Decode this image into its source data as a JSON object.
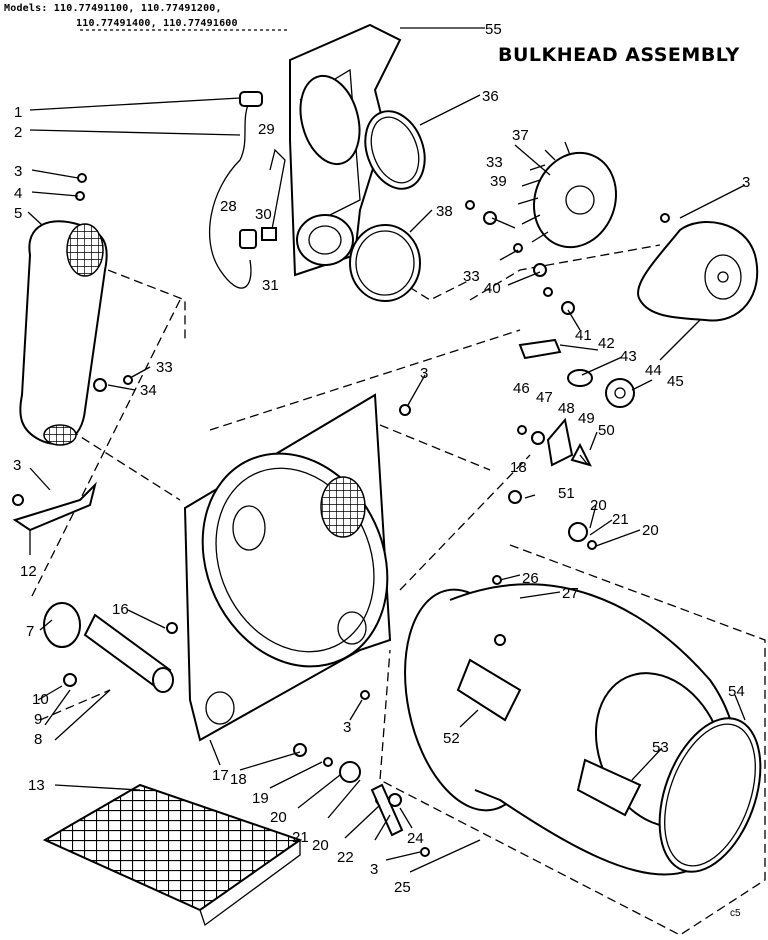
{
  "header": {
    "models_label": "Models:",
    "model_line_1": "110.77491100, 110.77491200,",
    "model_line_2": "110.77491400, 110.77491600"
  },
  "title": "BULKHEAD ASSEMBLY",
  "corner_mark": "c5",
  "labels": {
    "l1": "1",
    "l2": "2",
    "l3a": "3",
    "l4": "4",
    "l5": "5",
    "l29": "29",
    "l28": "28",
    "l30": "30",
    "l31": "31",
    "l55": "55",
    "l36": "36",
    "l37": "37",
    "l33a": "33",
    "l39": "39",
    "l3b": "3",
    "l38": "38",
    "l33b": "33",
    "l40": "40",
    "l41": "41",
    "l42": "42",
    "l43": "43",
    "l44": "44",
    "l45": "45",
    "l33c": "33",
    "l34": "34",
    "l3c": "3",
    "l46": "46",
    "l47": "47",
    "l48": "48",
    "l49": "49",
    "l50": "50",
    "l3d": "3",
    "l12": "12",
    "l18a": "18",
    "l51": "51",
    "l20a": "20",
    "l21a": "21",
    "l20b": "20",
    "l16": "16",
    "l26": "26",
    "l27": "27",
    "l7": "7",
    "l54": "54",
    "l10": "10",
    "l9": "9",
    "l8": "8",
    "l3e": "3",
    "l52": "52",
    "l53": "53",
    "l13": "13",
    "l17": "17",
    "l18b": "18",
    "l19": "19",
    "l20c": "20",
    "l21b": "21",
    "l20d": "20",
    "l22": "22",
    "l24": "24",
    "l3f": "3",
    "l25": "25"
  }
}
